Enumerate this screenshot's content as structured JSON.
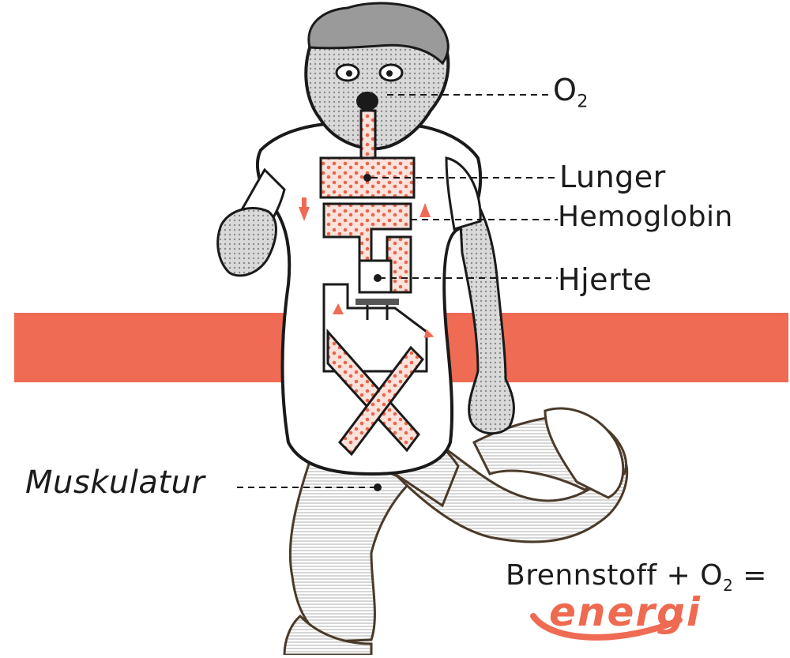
{
  "labels": {
    "o2": "O",
    "o2_sub": "2",
    "lunger": "Lunger",
    "hemoglobin": "Hemoglobin",
    "hjerte": "Hjerte",
    "muskulatur": "Muskulatur",
    "formula_left": "Brennstoff + O",
    "formula_sub": "2",
    "formula_right": " =",
    "energi": "energi"
  },
  "colors": {
    "accent_band": "#ef6b54",
    "blood": "#e8664e",
    "outline": "#1a1a1a",
    "skin_shade": "#cfcfcf"
  },
  "icons": {
    "flow_arrow": "arrow-icon",
    "character": "runner-figure"
  }
}
